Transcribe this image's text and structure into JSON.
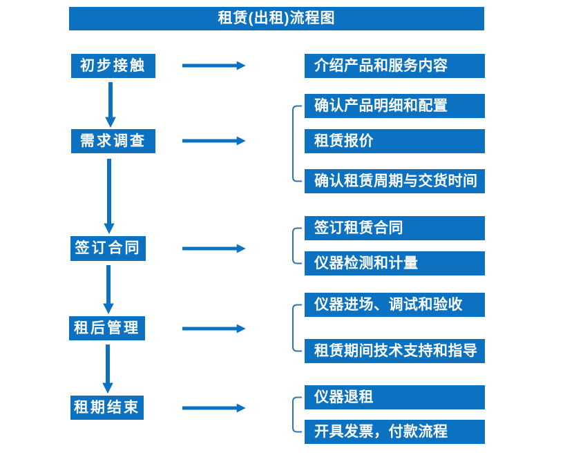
{
  "title": "租赁(出租)流程图",
  "colors": {
    "box_blue": "#0b71c0",
    "bracket_blue": "#2e75b6",
    "text_white": "#ffffff",
    "background": "#ffffff"
  },
  "flow": {
    "steps": [
      {
        "label": "初步接触",
        "outputs": [
          "介绍产品和服务内容"
        ]
      },
      {
        "label": "需求调查",
        "outputs": [
          "确认产品明细和配置",
          "租赁报价",
          "确认租赁周期与交货时间"
        ]
      },
      {
        "label": "签订合同",
        "outputs": [
          "签订租赁合同",
          "仪器检测和计量"
        ]
      },
      {
        "label": "租后管理",
        "outputs": [
          "仪器进场、调试和验收",
          "租赁期间技术支持和指导"
        ]
      },
      {
        "label": "租期结束",
        "outputs": [
          "仪器退租",
          "开具发票，付款流程"
        ]
      }
    ]
  }
}
